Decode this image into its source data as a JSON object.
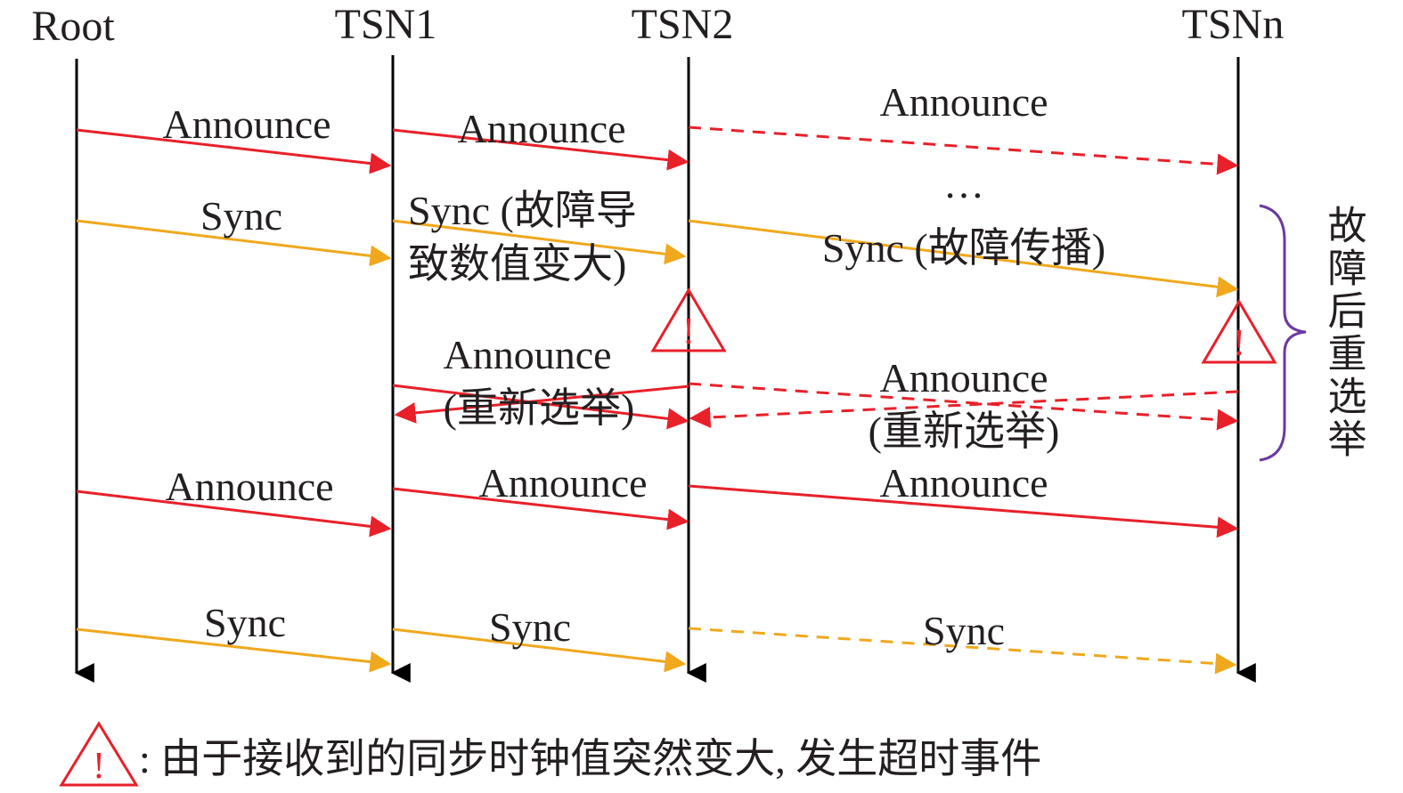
{
  "colors": {
    "announce": "#e8202a",
    "sync": "#f0a81c",
    "lifeline": "#000000",
    "brace": "#6b3aa0",
    "warning": "#e8202a"
  },
  "nodes": [
    {
      "id": "root",
      "label": "Root"
    },
    {
      "id": "tsn1",
      "label": "TSN1"
    },
    {
      "id": "tsn2",
      "label": "TSN2"
    },
    {
      "id": "tsnn",
      "label": "TSNn"
    }
  ],
  "messages": [
    {
      "id": "m1",
      "label": "Announce",
      "kind": "announce",
      "from": "root",
      "to": "tsn1",
      "style": "solid"
    },
    {
      "id": "m2",
      "label": "Announce",
      "kind": "announce",
      "from": "tsn1",
      "to": "tsn2",
      "style": "solid"
    },
    {
      "id": "m3",
      "label": "Announce",
      "kind": "announce",
      "from": "tsn2",
      "to": "tsnn",
      "style": "dashed"
    },
    {
      "id": "m4",
      "label": "Sync",
      "kind": "sync",
      "from": "root",
      "to": "tsn1",
      "style": "solid"
    },
    {
      "id": "m5",
      "label_lines": [
        "Sync (故障导",
        "致数值变大)"
      ],
      "kind": "sync",
      "from": "tsn1",
      "to": "tsn2",
      "style": "solid"
    },
    {
      "id": "m6",
      "label": "Sync (故障传播)",
      "kind": "sync",
      "from": "tsn2",
      "to": "tsnn",
      "style": "solid"
    },
    {
      "id": "m7",
      "label_lines": [
        "Announce",
        "(重新选举)"
      ],
      "kind": "announce",
      "between": [
        "tsn1",
        "tsn2"
      ],
      "style": "solid-crossed"
    },
    {
      "id": "m8",
      "label_lines": [
        "Announce",
        "(重新选举)"
      ],
      "kind": "announce",
      "between": [
        "tsn2",
        "tsnn"
      ],
      "style": "dashed-crossed"
    },
    {
      "id": "m9",
      "label": "Announce",
      "kind": "announce",
      "from": "root",
      "to": "tsn1",
      "style": "solid"
    },
    {
      "id": "m10",
      "label": "Announce",
      "kind": "announce",
      "from": "tsn1",
      "to": "tsn2",
      "style": "solid"
    },
    {
      "id": "m11",
      "label": "Announce",
      "kind": "announce",
      "from": "tsn2",
      "to": "tsnn",
      "style": "solid"
    },
    {
      "id": "m12",
      "label": "Sync",
      "kind": "sync",
      "from": "root",
      "to": "tsn1",
      "style": "solid"
    },
    {
      "id": "m13",
      "label": "Sync",
      "kind": "sync",
      "from": "tsn1",
      "to": "tsn2",
      "style": "solid"
    },
    {
      "id": "m14",
      "label": "Sync",
      "kind": "sync",
      "from": "tsn2",
      "to": "tsnn",
      "style": "dashed"
    }
  ],
  "ellipsis": "…",
  "warnings": [
    {
      "node": "tsn2",
      "symbol": "!"
    },
    {
      "node": "tsnn",
      "symbol": "!"
    }
  ],
  "brace": {
    "label": "故障后重选举"
  },
  "legend": {
    "symbol": "!",
    "text": ": 由于接收到的同步时钟值突然变大, 发生超时事件"
  }
}
